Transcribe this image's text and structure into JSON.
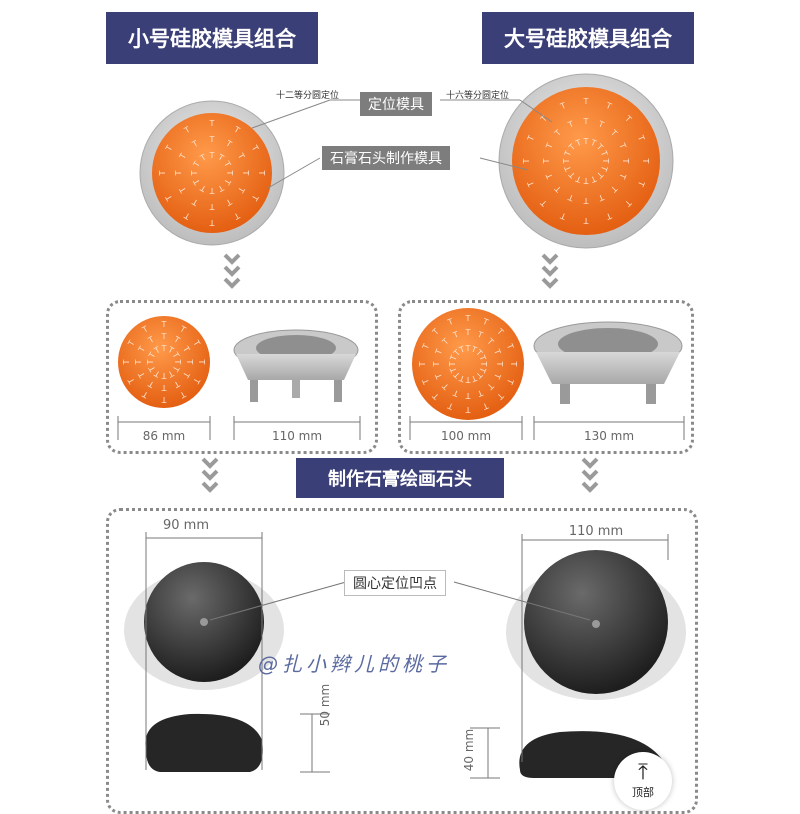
{
  "titles": {
    "small": "小号硅胶模具组合",
    "large": "大号硅胶模具组合"
  },
  "labels": {
    "positioning_mold": "定位模具",
    "stone_mold": "石膏石头制作模具",
    "twelve_division": "十二等分圆定位",
    "sixteen_division": "十六等分圆定位",
    "make_title": "制作石膏绘画石头",
    "center_dimple": "圆心定位凹点"
  },
  "dimensions": {
    "small_dome": "86 mm",
    "small_base": "110 mm",
    "large_dome": "100 mm",
    "large_base": "130 mm",
    "small_stone_width": "90 mm",
    "large_stone_width": "110 mm",
    "small_stone_height": "50 mm",
    "large_stone_height": "40 mm"
  },
  "watermark": "@扎小辫儿的桃子",
  "top_button": {
    "label": "顶部",
    "icon": "arrow-up-icon"
  },
  "colors": {
    "navy": "#3b3f78",
    "orange": "#f07a2a",
    "grey": "#7d7d7d",
    "stone": "#3a3a3a"
  }
}
